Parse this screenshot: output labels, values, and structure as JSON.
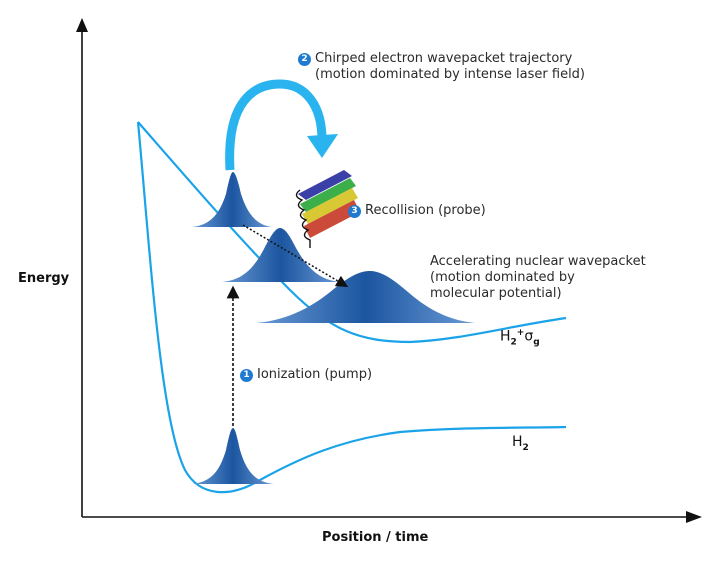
{
  "diagram": {
    "axes": {
      "y_label": "Energy",
      "x_label": "Position / time"
    },
    "steps": [
      {
        "number": "1",
        "label": "Ionization (pump)"
      },
      {
        "number": "2",
        "line1": "Chirped electron wavepacket trajectory",
        "line2": "(motion dominated by intense laser field)"
      },
      {
        "number": "3",
        "label": "Recollision (probe)"
      }
    ],
    "annotation": {
      "line1": "Accelerating nuclear wavepacket",
      "line2": "(motion dominated by",
      "line3": "molecular potential)"
    },
    "curves": {
      "upper": {
        "base": "H",
        "sub": "2",
        "sup": "+",
        "sigma": "σ",
        "sigma_sub": "g"
      },
      "lower": {
        "base": "H",
        "sub": "2"
      }
    },
    "colors": {
      "curve": "#1aa3e8",
      "wavepacket": "#1f5fa8",
      "arrow": "#29b4ef",
      "axis": "#111111",
      "bands": [
        "#3b3fa8",
        "#3cae4a",
        "#d8c934",
        "#cc4a3a"
      ]
    }
  }
}
